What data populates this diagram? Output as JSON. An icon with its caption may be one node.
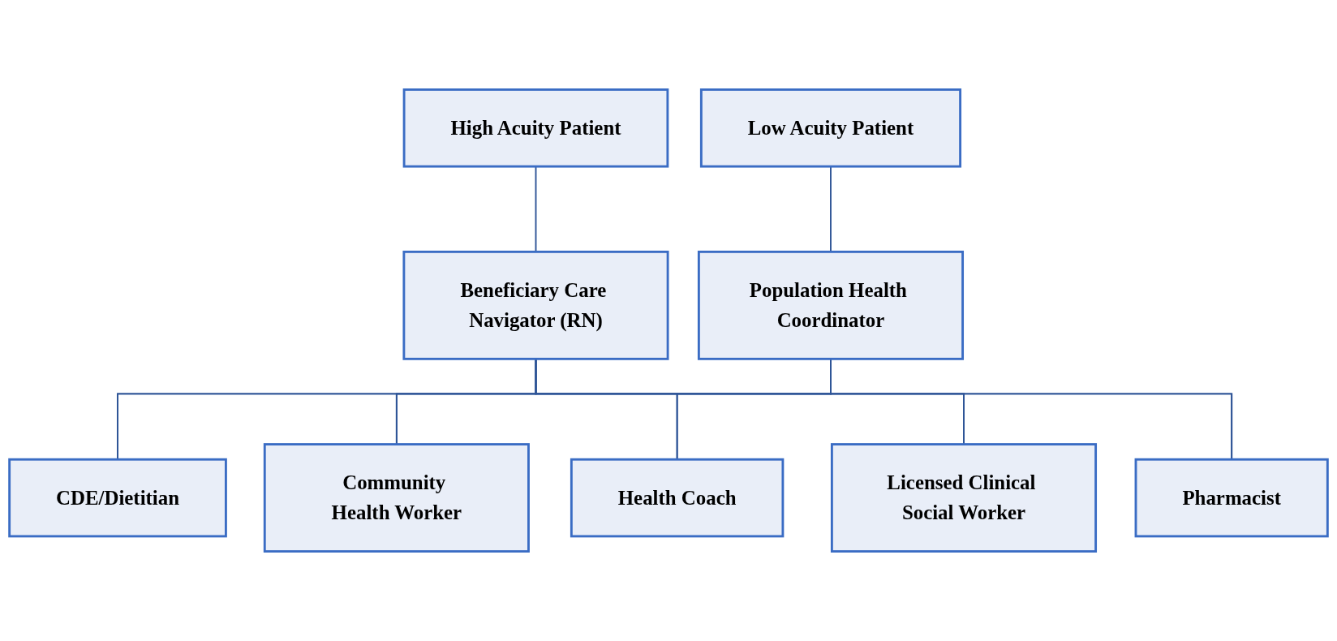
{
  "diagram": {
    "nodes": [
      {
        "text": [
          "High Acuity Patient"
        ]
      },
      {
        "text": [
          "Low Acuity Patient"
        ]
      },
      {
        "text": [
          "Beneficiary Care Navigator (RN)"
        ]
      },
      {
        "text": [
          "Population Health Coordinator"
        ]
      },
      {
        "text": [
          "CDE/Dietitian"
        ]
      },
      {
        "text": [
          "Community Health Worker"
        ]
      },
      {
        "text": [
          "Health Coach"
        ]
      },
      {
        "text": [
          "Licensed Clinical Social Worker"
        ]
      },
      {
        "text": [
          "Pharmacist"
        ]
      }
    ],
    "edges": [
      {
        "from": 0,
        "to": 2,
        "arrow": "none"
      },
      {
        "from": 1,
        "to": 3,
        "arrow": "none"
      },
      {
        "from": 2,
        "to": 4,
        "arrow": "none"
      },
      {
        "from": 2,
        "to": 5,
        "arrow": "none"
      },
      {
        "from": 2,
        "to": 6,
        "arrow": "none"
      },
      {
        "from": 2,
        "to": 7,
        "arrow": "none"
      },
      {
        "from": 2,
        "to": 8,
        "arrow": "none"
      },
      {
        "from": 3,
        "to": 4,
        "arrow": "none"
      },
      {
        "from": 3,
        "to": 5,
        "arrow": "none"
      },
      {
        "from": 3,
        "to": 6,
        "arrow": "none"
      },
      {
        "from": 3,
        "to": 7,
        "arrow": "none"
      },
      {
        "from": 3,
        "to": 8,
        "arrow": "none"
      }
    ]
  }
}
